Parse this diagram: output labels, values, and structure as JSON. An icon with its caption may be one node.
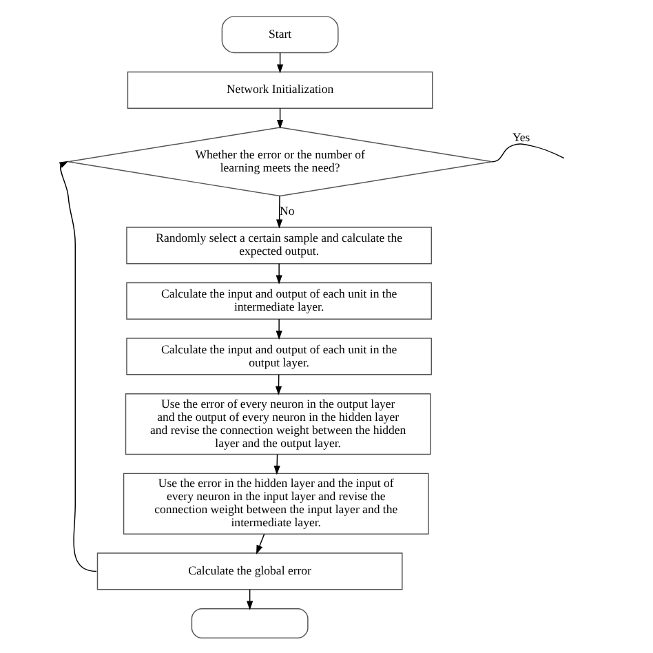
{
  "diagram": {
    "nodes": [
      {
        "text": [
          "Start"
        ]
      },
      {
        "text": [
          "Network Initialization"
        ]
      },
      {
        "text": [
          "Whether the error or the number of learning meets the need?"
        ]
      },
      {
        "text": [
          "Randomly select a certain sample and calculate the expected output."
        ]
      },
      {
        "text": [
          "Calculate the input and output of each unit in the intermediate layer."
        ]
      },
      {
        "text": [
          "Calculate the input and output of each unit in the output layer."
        ]
      },
      {
        "text": [
          "Use the error of every neuron in the output layer and the output of every neuron in the hidden layer and revise the connection weight between the hidden layer and the output layer."
        ]
      },
      {
        "text": [
          "Use the error in the hidden layer and the input of every neuron in the input layer and revise the connection weight between the input layer and the intermediate layer."
        ]
      },
      {
        "text": [
          "Calculate the global error"
        ]
      },
      {
        "text": [],
        "shape": "box"
      }
    ],
    "edges": [
      {
        "from": 0,
        "to": 1,
        "arrow": "to"
      },
      {
        "from": 1,
        "to": 2,
        "arrow": "to"
      },
      {
        "from": 2,
        "to": 3,
        "arrow": "to",
        "label": "No"
      },
      {
        "from": 3,
        "to": 4,
        "arrow": "to"
      },
      {
        "from": 4,
        "to": 5,
        "arrow": "to"
      },
      {
        "from": 5,
        "to": 6,
        "arrow": "to"
      },
      {
        "from": 6,
        "to": 7,
        "arrow": "to"
      },
      {
        "from": 7,
        "to": 8,
        "arrow": "to"
      },
      {
        "from": 8,
        "to": 2,
        "arrow": "to"
      },
      {
        "from": 8,
        "to": 9,
        "arrow": "to"
      },
      {
        "from": 2,
        "to": null,
        "arrow": "none",
        "label": "Yes"
      }
    ]
  }
}
